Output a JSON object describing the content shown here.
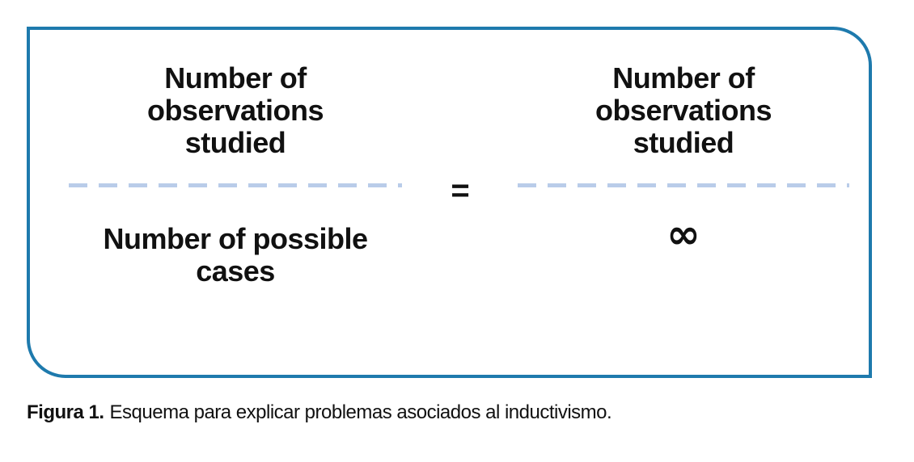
{
  "colors": {
    "box-border": "#1e7aad",
    "fraction-bar": "#b9cce9",
    "text": "#111111"
  },
  "equation": {
    "left_fraction": {
      "numerator": "Number of\nobservations\nstudied",
      "denominator": "Number of possible\ncases"
    },
    "equals_sign": "=",
    "right_fraction": {
      "numerator": "Number of\nobservations\nstudied",
      "denominator": "∞"
    }
  },
  "caption": {
    "label": "Figura 1.",
    "text": "Esquema para explicar problemas asociados al inductivismo."
  }
}
